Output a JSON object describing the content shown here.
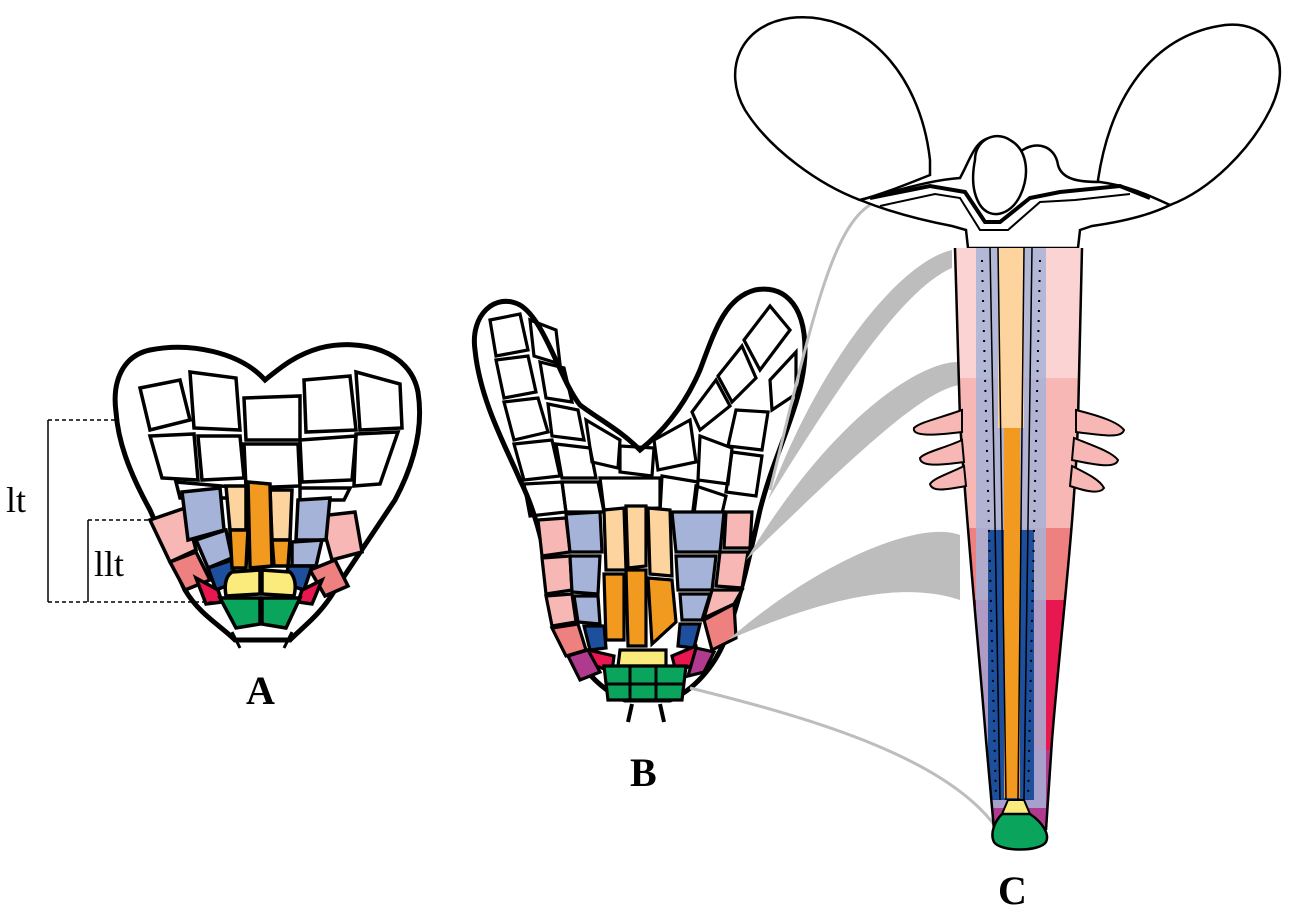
{
  "panels": {
    "a": {
      "label": "A"
    },
    "b": {
      "label": "B"
    },
    "c": {
      "label": "C"
    }
  },
  "dimensions": {
    "lt": "lt",
    "llt": "llt"
  },
  "colors": {
    "outline": "#000000",
    "white_cells": "#ffffff",
    "pink_cells": "#f6b7b5",
    "salmon_cells": "#ef8080",
    "lavender_cells": "#a6b3d8",
    "navy_cells": "#1e4f9c",
    "peach_cells": "#fdd49d",
    "orange_cells": "#f29a1f",
    "yellow_cells": "#fbeb7c",
    "crimson_cells": "#e8174f",
    "purple_cells": "#b03a8e",
    "green_cells": "#0aa45c",
    "connector_gray": "#bdbdbd"
  }
}
